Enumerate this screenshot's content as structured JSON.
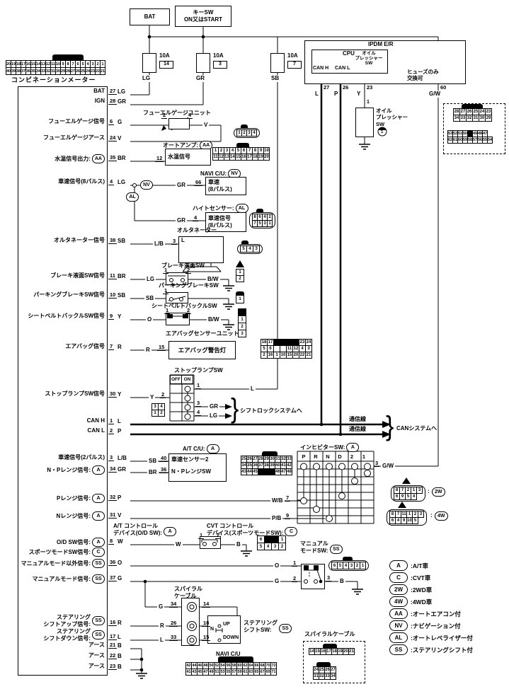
{
  "diagram_title": "コンビネーションメーター",
  "top": {
    "bat": "BAT",
    "key_sw": "キーSW\nON又はSTART",
    "ipdm": "IPDM E/R",
    "cpu": "CPU",
    "can_h": "CAN H",
    "can_l": "CAN L",
    "oil_pin_label": "オイル\nプレッシャー\nSW",
    "fuse_note": "ヒューズのみ\n交換可",
    "fuses": [
      {
        "amp": "10A",
        "no": "14",
        "color": "LG"
      },
      {
        "amp": "10A",
        "no": "3",
        "color": "GR"
      },
      {
        "amp": "10A",
        "no": "7",
        "color": "SB"
      },
      {
        "amp": "10A",
        "no": "60",
        "color": "G/W"
      }
    ],
    "ipdm_pins": [
      {
        "no": "27",
        "wire": "L"
      },
      {
        "no": "26",
        "wire": "P"
      },
      {
        "no": "23",
        "wire": "Y"
      },
      {
        "no": "60",
        "wire": "G/W"
      }
    ],
    "oil_sw": {
      "pin": "1",
      "label": "オイル\nプレッシャー\nSW",
      "lamp": "1"
    },
    "conn_tl": [
      [
        "20",
        "19",
        "18",
        "17",
        "16",
        "15",
        "14",
        "13",
        "12",
        "11",
        "10",
        "9",
        "8",
        "7",
        "6",
        "5",
        "4",
        "3",
        "2",
        "1"
      ],
      [
        "40",
        "39",
        "38",
        "37",
        "36",
        "35",
        "34",
        "33",
        "32",
        "31",
        "30",
        "29",
        "28",
        "27",
        "26",
        "25",
        "24",
        "23",
        "22",
        "21"
      ]
    ],
    "conn_tr1": [
      [
        "28",
        "27",
        "26",
        "25",
        "24",
        "23"
      ],
      [
        "34",
        "33",
        "32",
        "31",
        "30",
        "29"
      ]
    ],
    "conn_tr2": [
      [
        "53",
        "52",
        "51",
        "50",
        "#",
        "49",
        "48",
        "47"
      ],
      [
        "62",
        "61",
        "60",
        "59",
        "58",
        "57",
        "56",
        "55",
        "54"
      ]
    ]
  },
  "meter": {
    "title": "コンビネーションメーター",
    "rows": [
      {
        "label": "BAT",
        "pin": "27",
        "color": "LG"
      },
      {
        "label": "IGN",
        "pin": "28",
        "color": "GR"
      },
      {
        "label": "フューエルゲージ信号",
        "pin": "6",
        "color": "G"
      },
      {
        "label": "フューエルゲージアース",
        "pin": "24",
        "color": "V"
      },
      {
        "label": "水温信号出力:",
        "q": "AA",
        "pin": "35",
        "color": "BR"
      },
      {
        "label": "車速信号(8パルス)",
        "pin": "4",
        "color": "LG"
      },
      {
        "label": "オルタネーター信号",
        "pin": "38",
        "color": "SB",
        "color2": "L/B"
      },
      {
        "label": "ブレーキ液面SW信号",
        "pin": "11",
        "color": "BR",
        "color2": "LG"
      },
      {
        "label": "パーキングブレーキSW信号",
        "pin": "10",
        "color": "SB",
        "color2": "SB"
      },
      {
        "label": "シートベルトバックルSW信号",
        "pin": "9",
        "color": "Y",
        "color2": "O"
      },
      {
        "label": "エアバッグ信号",
        "pin": "7",
        "color": "R",
        "color2": "R"
      },
      {
        "label": "ストップランプSW信号",
        "pin": "30",
        "color": "Y",
        "color2": "Y"
      },
      {
        "label": "CAN H",
        "pin": "1",
        "color": "L"
      },
      {
        "label": "CAN L",
        "pin": "2",
        "color": "P"
      },
      {
        "label": "車速信号(2パルス)",
        "pin": "3",
        "color": "L/B",
        "color2": "SB"
      },
      {
        "label": "N・Pレンジ信号:",
        "q": "A",
        "pin": "34",
        "color": "GR",
        "color2": "BR"
      },
      {
        "label": "Pレンジ信号:",
        "q": "A",
        "pin": "32",
        "color": "P",
        "color2": "W/B"
      },
      {
        "label": "Nレンジ信号:",
        "q": "A",
        "pin": "31",
        "color": "V",
        "color2": "P/B"
      },
      {
        "label": "O/D SW信号:",
        "q": "A",
        "pin": "8",
        "color": "W",
        "color2": "W"
      },
      {
        "label": "スポーツモードSW信号:",
        "q": "C"
      },
      {
        "label": "マニュアルモード以外信号:",
        "q": "SS",
        "pin": "36",
        "color": "O",
        "color2": "O"
      },
      {
        "label": "マニュアルモード信号:",
        "q": "SS",
        "pin": "37",
        "color": "G",
        "color2": "G"
      },
      {
        "label": "ステアリング\nシフトアップ信号:",
        "q": "SS",
        "pin": "16",
        "color": "R",
        "color2": "R"
      },
      {
        "label": "ステアリング\nシフトダウン信号:",
        "q": "SS",
        "pin": "17",
        "color": "L",
        "color2": "L"
      },
      {
        "label": "アース",
        "pin": "21",
        "color": "B"
      },
      {
        "label": "アース",
        "pin": "22",
        "color": "B"
      },
      {
        "label": "アース",
        "pin": "23",
        "color": "B"
      }
    ]
  },
  "components": {
    "fuel": {
      "title": "フューエルゲージユニット",
      "pin_in": "2",
      "pin_out": "4",
      "out_color": "V",
      "conn": [
        [
          "1",
          "2",
          "3",
          "4"
        ]
      ]
    },
    "amp": {
      "title": "オートアンプ:",
      "q": "AA",
      "pin": "12",
      "text": "水温信号",
      "conn": [
        [
          "1",
          "2",
          "3",
          "4",
          "5",
          "6",
          "7",
          "8",
          "9",
          "10"
        ],
        [
          "11",
          "12",
          "13",
          "14",
          "15",
          "16",
          "17",
          "18",
          "19",
          "20"
        ]
      ]
    },
    "navi": {
      "title": "NAVI C/U:",
      "q": "NV",
      "in_color": "GR",
      "pin": "66",
      "text": "車速\n(8パルス)"
    },
    "height": {
      "title": "ハイトセンサー:",
      "q": "AL",
      "in_color": "GR",
      "pin": "4",
      "text": "車速信号\n(8パルス)",
      "conn": [
        [
          "8",
          "6",
          "4",
          "2"
        ],
        [
          "7",
          "5",
          "3",
          "1"
        ]
      ]
    },
    "alt": {
      "title": "オルタネーター",
      "pin": "3",
      "text": "L",
      "conn": [
        [
          "5",
          "4",
          "3"
        ]
      ]
    },
    "brake": {
      "title": "ブレーキ液面SW",
      "pin1": "1",
      "pin2": "2",
      "out_color": "B/W",
      "conn": [
        [
          "1"
        ],
        [
          "2"
        ]
      ]
    },
    "park": {
      "title": "パーキングブレーキSW",
      "pin1": "1",
      "conn": [
        [
          "1"
        ]
      ]
    },
    "belt": {
      "title": "シートベルトバックルSW",
      "pin1": "1",
      "pin2": "2",
      "out_color": "B/W",
      "conn": [
        [
          "#"
        ],
        [
          "1"
        ],
        [
          "2"
        ],
        [
          "3"
        ]
      ]
    },
    "airbag": {
      "title": "エアバッグセンサーユニット",
      "pin": "15",
      "text": "エアバッグ警告灯",
      "conn": [
        [
          "18",
          "17",
          "#",
          "#",
          "#",
          "#",
          "23",
          "24"
        ],
        [
          "5",
          "6",
          "",
          "",
          "11",
          "12",
          "4",
          "3"
        ],
        [
          "2",
          "16",
          "1",
          "10",
          "15",
          "20",
          "22",
          "21"
        ]
      ]
    },
    "stop": {
      "title": "ストップランプSW",
      "header": [
        [
          "OFF",
          "ON"
        ]
      ],
      "pin1": "1",
      "pin2": "2",
      "pin3": "3",
      "pin4": "4",
      "out1": "L",
      "out3": "GR",
      "out4": "LG",
      "note": "シフトロックシステムへ",
      "conn": [
        [
          "3",
          "4"
        ],
        [
          "1",
          "2"
        ]
      ]
    },
    "can": {
      "t1": "通信線",
      "t2": "通信線",
      "dest": "CANシステムへ"
    },
    "atcu": {
      "title": "A/T C/U:",
      "q": "A",
      "pin1": "40",
      "text1": "車速センサー2",
      "pin2": "36",
      "text2": "N・PレンジSW",
      "conn": [
        [
          "25",
          "26",
          "27",
          "28",
          "29",
          "30",
          "31",
          "32",
          "33"
        ],
        [
          "34",
          "35",
          "36",
          "37",
          "38",
          "39",
          "40",
          "41",
          "42"
        ],
        [
          "43",
          "44",
          "45",
          "#",
          "#",
          "#",
          "46",
          "47",
          "48"
        ]
      ]
    },
    "inh": {
      "title": "インヒビターSW:",
      "q": "A",
      "header": [
        [
          "P",
          "R",
          "N",
          "D",
          "2",
          "1"
        ]
      ],
      "pin3": "3",
      "out_color": "G/W",
      "pin7": "7",
      "pin9": "9",
      "w2": {
        "conn": [
          [
            "8",
            "7",
            "2",
            "1",
            "3"
          ],
          [
            "6",
            "9",
            "5",
            "4"
          ]
        ],
        "q": "2W",
        "colon": ":"
      },
      "w4": {
        "conn": [
          [
            "8",
            "7",
            "11",
            "1",
            "2",
            "3"
          ],
          [
            "6",
            "4",
            "9",
            "10",
            "5"
          ]
        ],
        "q": "4W",
        "colon": ":"
      }
    },
    "od": {
      "title1": "A/T コントロール\nデバイス(O/D SW):",
      "q1": "A",
      "title2": "CVT コントロール\nデバイス(スポーツモードSW):",
      "q2": "C",
      "pin1": "1",
      "pin2": "2",
      "out_color": "B",
      "conn": [
        [
          "6",
          "#",
          "#",
          "1"
        ],
        [
          "5",
          "4",
          "3",
          "2"
        ]
      ]
    },
    "manual": {
      "title": "マニュアル\nモードSW:",
      "q": "SS",
      "pin1": "1",
      "pin2": "2",
      "pin3": "3",
      "out_color": "B",
      "conn": [
        [
          "6",
          "5",
          "4",
          "3",
          "2",
          "1"
        ]
      ]
    },
    "spiral": {
      "title": "スパイラル\nケーブル",
      "in_color": "G",
      "p_l1": "34",
      "p_l2": "26",
      "p_l3": "33",
      "p_r1": "14",
      "p_r2": "18",
      "p_r3": "15"
    },
    "shift": {
      "title": "ステアリング\nシフトSW:",
      "q": "SS",
      "up": "UP",
      "n": "N",
      "down": "DOWN"
    },
    "navi_b": {
      "title": "NAVI C/U",
      "conn": [
        [
          "42",
          "44",
          "46",
          "48",
          "50",
          "52",
          "54",
          "56",
          "58",
          "60",
          "62",
          "64",
          "66",
          "68",
          "70",
          "72"
        ],
        [
          "41",
          "43",
          "45",
          "47",
          "49",
          "51",
          "53",
          "55",
          "57",
          "59",
          "61",
          "63",
          "65",
          "67",
          "69",
          "71"
        ]
      ]
    },
    "spiral2": {
      "title": "スパイラルケーブル",
      "conn1": [
        [
          "14",
          "15",
          "16",
          "17",
          "18",
          "19",
          "20",
          "21"
        ]
      ],
      "conn2": [
        [
          "24",
          "25",
          "26",
          "27"
        ],
        [
          "31",
          "32",
          "33",
          "34"
        ]
      ]
    }
  },
  "legend": [
    {
      "code": "A",
      "text": ":A/T車"
    },
    {
      "code": "C",
      "text": ":CVT車"
    },
    {
      "code": "2W",
      "text": ":2WD車"
    },
    {
      "code": "4W",
      "text": ":4WD車"
    },
    {
      "code": "AA",
      "text": ":オートエアコン付"
    },
    {
      "code": "NV",
      "text": ":ナビゲーション付"
    },
    {
      "code": "AL",
      "text": ":オートレベライザー付"
    },
    {
      "code": "SS",
      "text": ":ステアリングシフト付"
    }
  ]
}
